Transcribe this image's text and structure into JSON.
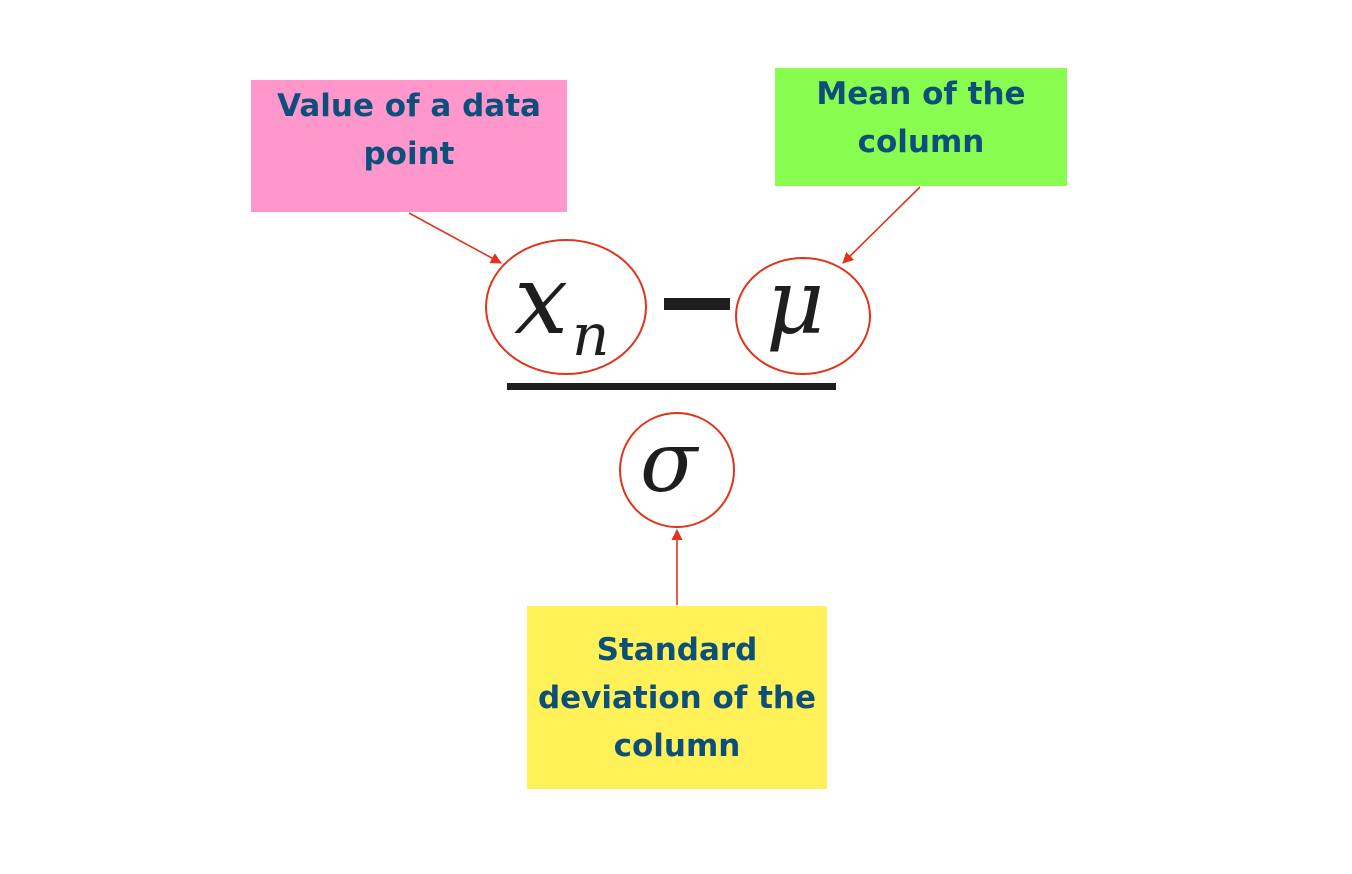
{
  "colors": {
    "pink": "#ff97cc",
    "green": "#88fc4f",
    "yellow": "#fff157",
    "label_text": "#0b4f7a",
    "annotation_red": "#e0341c",
    "formula": "#1e1e1e"
  },
  "labels": {
    "value": "Value of a data point",
    "mean": "Mean of the column",
    "std": "Standard deviation of the column"
  },
  "formula": {
    "x": "x",
    "n": "n",
    "minus": "−",
    "mu": "μ",
    "sigma": "σ"
  }
}
